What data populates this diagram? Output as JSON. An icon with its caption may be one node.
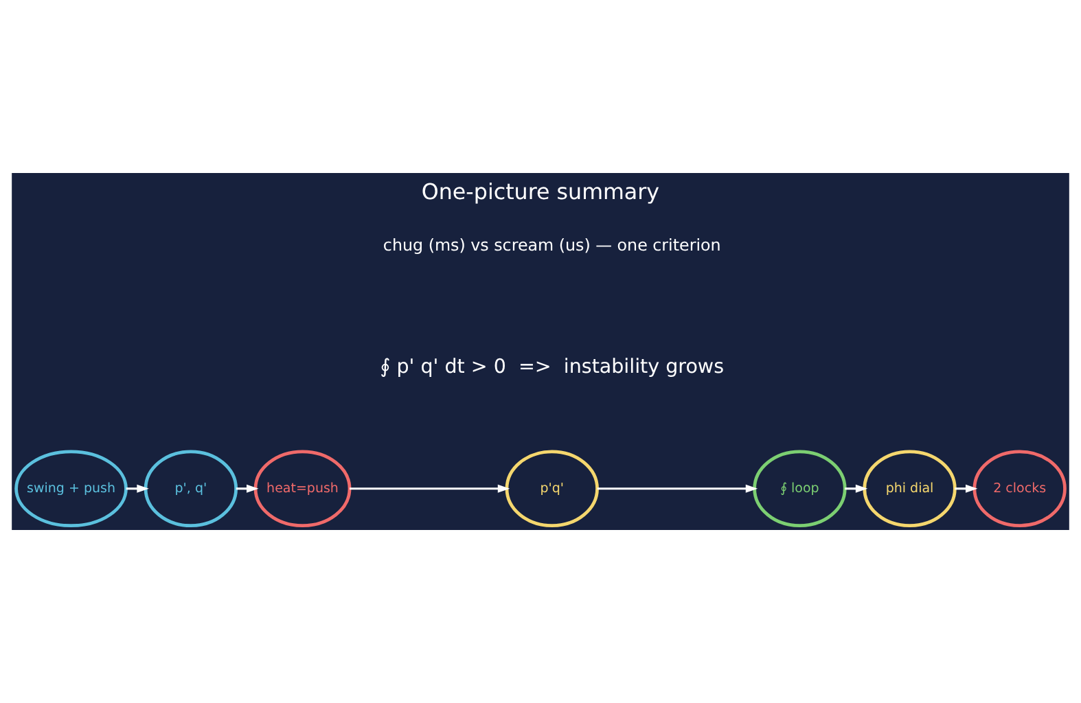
{
  "diagram": {
    "title": "One-picture summary",
    "nodes": [
      {
        "text": [
          "swing + push"
        ]
      },
      {
        "text": [
          "p', q'"
        ]
      },
      {
        "text": [
          "heat=push"
        ]
      },
      {
        "text": [
          "p'q'"
        ]
      },
      {
        "text": [
          "∮ loop"
        ]
      },
      {
        "text": [
          "phi dial"
        ]
      },
      {
        "text": [
          "2 clocks"
        ]
      }
    ],
    "edges": [
      {
        "from": 0,
        "to": 1,
        "arrow": "to"
      },
      {
        "from": 1,
        "to": 2,
        "arrow": "to"
      },
      {
        "from": 2,
        "to": 3,
        "arrow": "to"
      },
      {
        "from": 3,
        "to": 4,
        "arrow": "to"
      },
      {
        "from": 4,
        "to": 5,
        "arrow": "to"
      },
      {
        "from": 5,
        "to": 6,
        "arrow": "to"
      }
    ],
    "labels": [
      "∮ p' q' dt > 0  =>  instability grows",
      "chug (ms) vs scream (us) — one criterion"
    ]
  }
}
